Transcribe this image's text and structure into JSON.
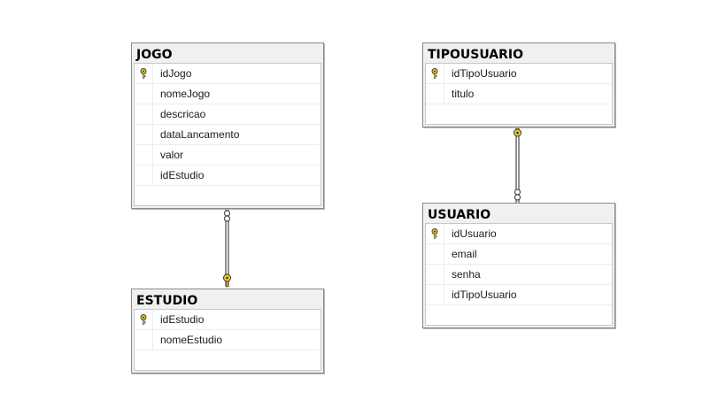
{
  "tables": {
    "jogo": {
      "name": "JOGO",
      "columns": [
        "idJogo",
        "nomeJogo",
        "descricao",
        "dataLancamento",
        "valor",
        "idEstudio"
      ],
      "key": "idJogo"
    },
    "estudio": {
      "name": "ESTUDIO",
      "columns": [
        "idEstudio",
        "nomeEstudio"
      ],
      "key": "idEstudio"
    },
    "tipousuario": {
      "name": "TIPOUSUARIO",
      "columns": [
        "idTipoUsuario",
        "titulo"
      ],
      "key": "idTipoUsuario"
    },
    "usuario": {
      "name": "USUARIO",
      "columns": [
        "idUsuario",
        "email",
        "senha",
        "idTipoUsuario"
      ],
      "key": "idUsuario"
    }
  },
  "relationships": [
    {
      "from": "jogo.idEstudio",
      "to": "estudio.idEstudio",
      "many_end": "JOGO",
      "one_end": "ESTUDIO"
    },
    {
      "from": "usuario.idTipoUsuario",
      "to": "tipousuario.idTipoUsuario",
      "many_end": "USUARIO",
      "one_end": "TIPOUSUARIO"
    }
  ],
  "colors": {
    "key_icon": "#f0d020",
    "border": "#8a8a8a",
    "header_bg": "#f0f0f0",
    "connector": "#555555"
  },
  "icons": {
    "primary_key": "key-icon",
    "many_end": "infinity-icon"
  }
}
